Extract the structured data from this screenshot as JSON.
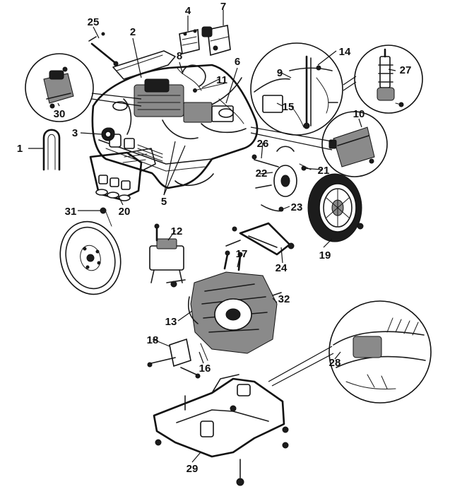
{
  "diagram": {
    "callouts": [
      {
        "id": "c1",
        "label": "1"
      },
      {
        "id": "c2",
        "label": "2"
      },
      {
        "id": "c3",
        "label": "3"
      },
      {
        "id": "c4",
        "label": "4"
      },
      {
        "id": "c5",
        "label": "5"
      },
      {
        "id": "c6",
        "label": "6"
      },
      {
        "id": "c7",
        "label": "7"
      },
      {
        "id": "c8",
        "label": "8"
      },
      {
        "id": "c9",
        "label": "9"
      },
      {
        "id": "c10",
        "label": "10"
      },
      {
        "id": "c11",
        "label": "11"
      },
      {
        "id": "c12",
        "label": "12"
      },
      {
        "id": "c13",
        "label": "13"
      },
      {
        "id": "c14",
        "label": "14"
      },
      {
        "id": "c15",
        "label": "15"
      },
      {
        "id": "c16",
        "label": "16"
      },
      {
        "id": "c17",
        "label": "17"
      },
      {
        "id": "c18",
        "label": "18"
      },
      {
        "id": "c19",
        "label": "19"
      },
      {
        "id": "c20",
        "label": "20"
      },
      {
        "id": "c21",
        "label": "21"
      },
      {
        "id": "c22",
        "label": "22"
      },
      {
        "id": "c23",
        "label": "23"
      },
      {
        "id": "c24",
        "label": "24"
      },
      {
        "id": "c25",
        "label": "25"
      },
      {
        "id": "c26",
        "label": "26"
      },
      {
        "id": "c27",
        "label": "27"
      },
      {
        "id": "c28",
        "label": "28"
      },
      {
        "id": "c29",
        "label": "29"
      },
      {
        "id": "c30",
        "label": "30"
      },
      {
        "id": "c31",
        "label": "31"
      },
      {
        "id": "c32",
        "label": "32"
      }
    ]
  }
}
